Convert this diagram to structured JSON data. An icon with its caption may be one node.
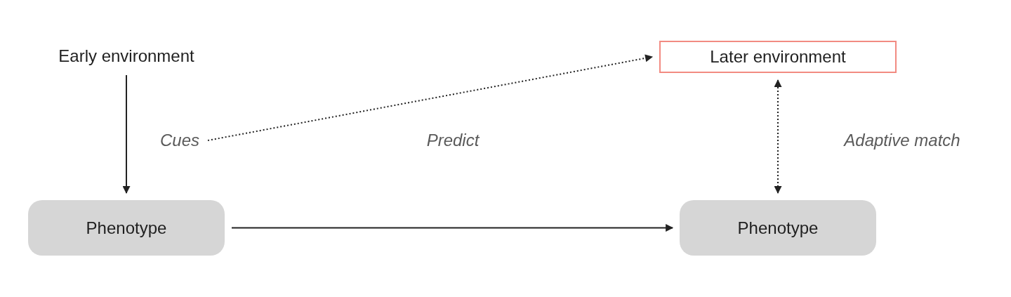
{
  "diagram": {
    "nodes": [
      {
        "text": [
          "Early environment"
        ]
      },
      {
        "text": [
          "Later environment"
        ]
      },
      {
        "text": [
          "Cues"
        ]
      },
      {
        "text": [
          "Phenotype"
        ]
      },
      {
        "text": [
          "Phenotype"
        ]
      }
    ],
    "edges": [
      {
        "from": 0,
        "to": 3,
        "arrow": "to"
      },
      {
        "from": 2,
        "to": 1,
        "arrow": "to",
        "label": "Predict",
        "style": "dashed"
      },
      {
        "from": 1,
        "to": 4,
        "arrow": "both",
        "label": "Adaptive match",
        "style": "dashed"
      },
      {
        "from": 3,
        "to": 4,
        "arrow": "to"
      }
    ]
  }
}
